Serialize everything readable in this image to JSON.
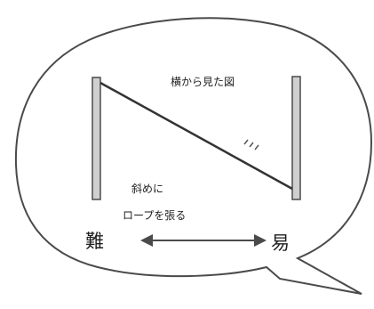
{
  "diagram": {
    "caption": "横から見た図",
    "rope_note_line1": "斜めに",
    "rope_note_line2": "ロープを張る",
    "left_label": "難",
    "right_label": "易",
    "colors": {
      "outline": "#4a4a4a",
      "pole_fill": "#cfcfcf",
      "text": "#1e1e1e",
      "background": "#ffffff"
    }
  }
}
